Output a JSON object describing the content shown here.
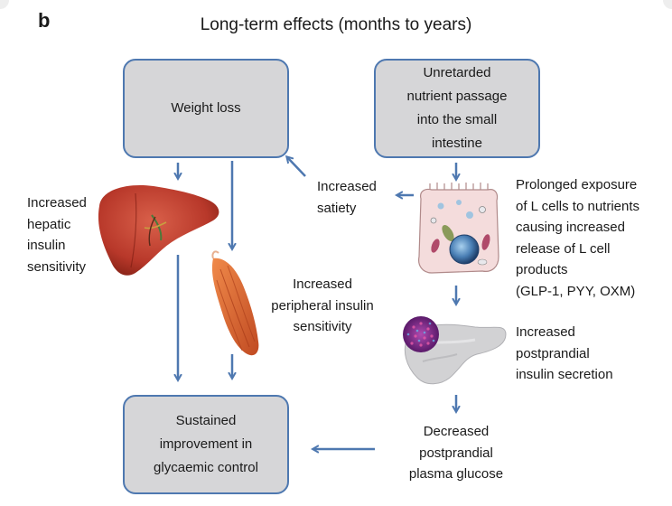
{
  "panel_label": "b",
  "title": "Long-term effects (months to years)",
  "boxes": {
    "weight_loss": "Weight loss",
    "nutrient_passage": "Unretarded\nnutrient passage\ninto the small\nintestine",
    "glycaemic_control": "Sustained\nimprovement in\nglycaemic control"
  },
  "labels": {
    "hepatic": "Increased\nhepatic\ninsulin\nsensitivity",
    "peripheral": "Increased\nperipheral insulin\nsensitivity",
    "satiety": "Increased\nsatiety",
    "l_cells": "Prolonged exposure\nof L cells to nutrients\ncausing increased\nrelease of L cell\nproducts\n(GLP-1, PYY, OXM)",
    "insulin_secretion": "Increased\npostprandial\ninsulin secretion",
    "glucose": "Decreased\npostprandial\nplasma glucose"
  },
  "colors": {
    "arrow": "#4e78b0",
    "box_fill": "#d6d6d8",
    "liver": "#b8382a",
    "muscle": "#d8622e",
    "cell_fill": "#f4dcdc",
    "nucleus": "#4a7fb5",
    "islet": "#7a2a8a",
    "pancreas": "#d2d2d4"
  },
  "icons": [
    "liver-illustration",
    "muscle-illustration",
    "intestinal-l-cell-illustration",
    "pancreas-illustration"
  ]
}
